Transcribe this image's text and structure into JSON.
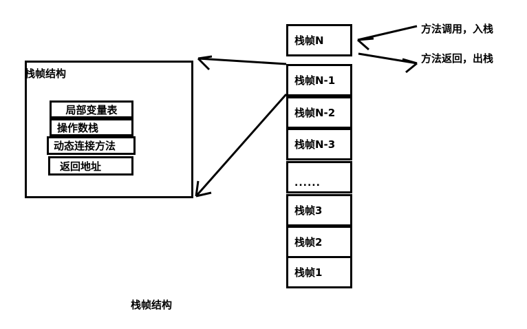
{
  "diagram": {
    "caption": "栈帧结构",
    "background_color": "#ffffff",
    "line_color": "#000000"
  },
  "frame_structure": {
    "title": "栈帧结构",
    "components": [
      {
        "label": "局部变量表"
      },
      {
        "label": "操作数栈"
      },
      {
        "label": "动态连接方法"
      },
      {
        "label": "返回地址"
      }
    ]
  },
  "stack": {
    "frames": [
      {
        "label": "栈帧N"
      },
      {
        "label": "栈帧N-1"
      },
      {
        "label": "栈帧N-2"
      },
      {
        "label": "栈帧N-3"
      },
      {
        "label": "......"
      },
      {
        "label": "栈帧3"
      },
      {
        "label": "栈帧2"
      },
      {
        "label": "栈帧1"
      }
    ]
  },
  "annotations": {
    "push": "方法调用，入栈",
    "pop": "方法返回，出栈"
  }
}
